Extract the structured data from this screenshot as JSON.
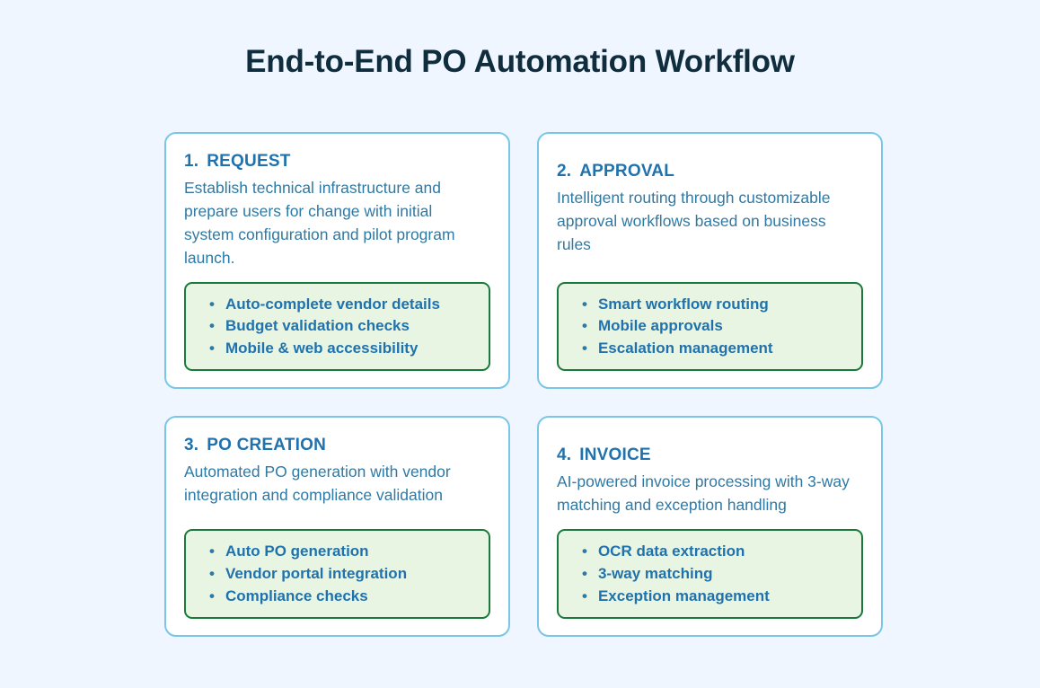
{
  "title": "End-to-End PO Automation Workflow",
  "colors": {
    "background": "#f0f6ff",
    "title_text": "#0f2d3d",
    "card_border": "#79c6e6",
    "card_background": "#ffffff",
    "heading_text": "#1f72ad",
    "body_text": "#2e7aa5",
    "feature_border": "#1a7a3c",
    "feature_background": "#e9f5e3",
    "feature_text": "#1f72ad"
  },
  "bullet_glyph": "•",
  "cards": [
    {
      "step": "1.",
      "name": "REQUEST",
      "description": "Establish technical infrastructure and prepare users for change with initial system configuration and pilot program launch.",
      "features": [
        "Auto-complete vendor details",
        "Budget validation checks",
        "Mobile & web accessibility"
      ]
    },
    {
      "step": "2.",
      "name": "APPROVAL",
      "description": "Intelligent routing through customizable approval workflows based on business rules",
      "features": [
        "Smart workflow routing",
        "Mobile approvals",
        "Escalation management"
      ]
    },
    {
      "step": "3.",
      "name": "PO CREATION",
      "description": "Automated PO generation with vendor integration and compliance validation",
      "features": [
        "Auto PO generation",
        "Vendor portal integration",
        "Compliance checks"
      ]
    },
    {
      "step": "4.",
      "name": "INVOICE",
      "description": "AI-powered invoice processing with 3-way matching and exception handling",
      "features": [
        "OCR data extraction",
        "3-way matching",
        "Exception management"
      ]
    }
  ]
}
